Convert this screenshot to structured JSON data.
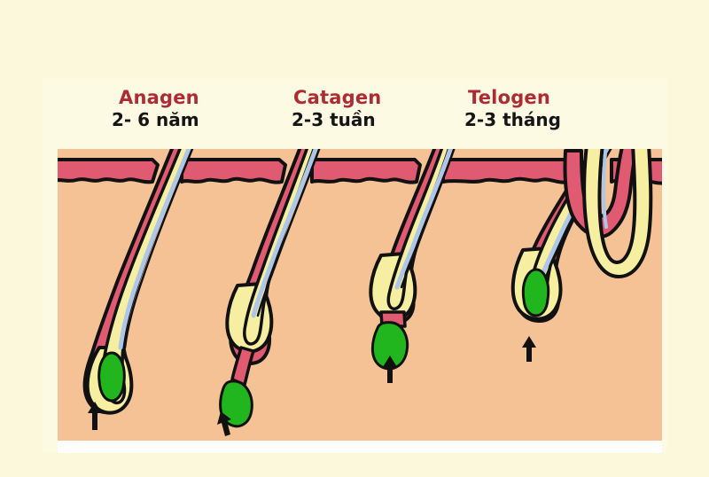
{
  "figure": {
    "title": "Hair growth cycle diagram",
    "background_color": "#FCF8DC",
    "panel_color": "#FDFAE4",
    "stages": [
      {
        "id": "anagen",
        "name": "Anagen",
        "duration": "2- 6 năm",
        "name_color": "#AD2B33",
        "duration_color": "#151515",
        "description": "Growth phase: long follicle deep in dermis, green dermal papilla enclosed in the bulb, arrow pointing up at papilla"
      },
      {
        "id": "catagen",
        "name": "Catagen",
        "duration": "2-3 tuần",
        "name_color": "#AD2B33",
        "duration_color": "#151515",
        "description": "Regression phase: club-shaped bulb rising, green dermal papilla detached below on a thin pink strand, arrow pointing up"
      },
      {
        "id": "telogen",
        "name": "Telogen",
        "duration": "2-3 tháng",
        "name_color": "#AD2B33",
        "duration_color": "#151515",
        "description": "Resting phase: short club hair high in dermis with green dermal papilla just below the bulb, arrow pointing up"
      }
    ],
    "extra_follicles": [
      {
        "id": "new-anagen",
        "description": "Fourth follicle: new anagen hair re-forming around the green dermal papilla, arrow pointing up"
      },
      {
        "id": "exogen-shed",
        "description": "Far right: U-shaped telogen club hair being shed from the follicle opening"
      }
    ],
    "skin": {
      "epidermis_color": "#E05A72",
      "dermis_color": "#F5C295",
      "outline_color": "#111111"
    },
    "follicle": {
      "sheath_color": "#E05A72",
      "shaft_color": "#F6EFA2",
      "inner_line_color": "#AEC6E8",
      "papilla_color": "#22B61E",
      "outline_color": "#111111"
    }
  }
}
